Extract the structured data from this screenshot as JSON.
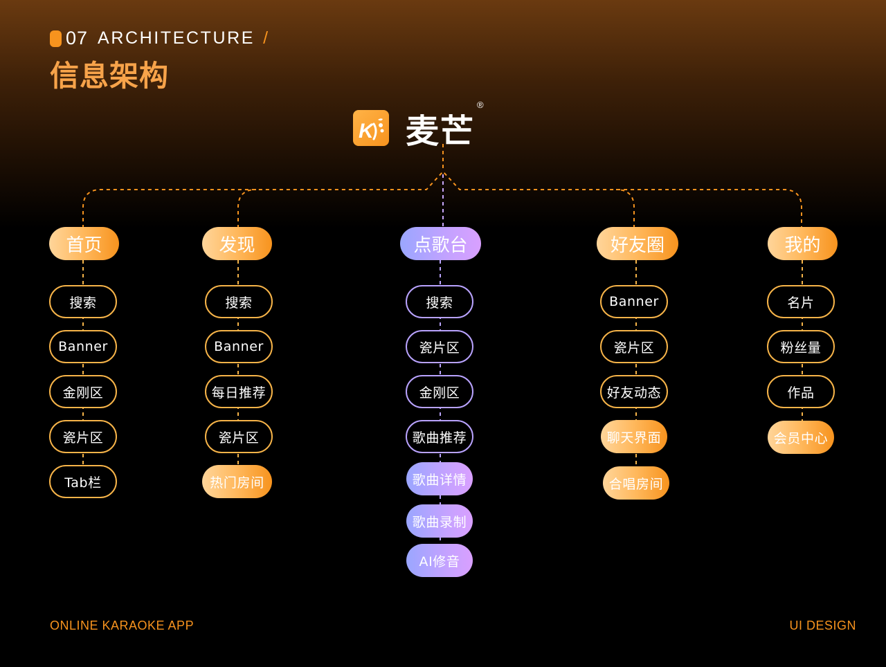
{
  "header": {
    "section_number": "07",
    "section_title_en": "ARCHITECTURE",
    "slash": "/",
    "title": "信息架构"
  },
  "logo": {
    "icon_letter": "K",
    "name": "麦芒",
    "registered_mark": "®"
  },
  "tree": [
    {
      "label": "首页",
      "items": [
        "搜索",
        "Banner",
        "金刚区",
        "瓷片区",
        "Tab栏"
      ]
    },
    {
      "label": "发现",
      "items": [
        "搜索",
        "Banner",
        "每日推荐",
        "瓷片区",
        "热门房间"
      ]
    },
    {
      "label": "点歌台",
      "items": [
        "搜索",
        "瓷片区",
        "金刚区",
        "歌曲推荐",
        "歌曲详情",
        "歌曲录制",
        "AI修音"
      ]
    },
    {
      "label": "好友圈",
      "items": [
        "Banner",
        "瓷片区",
        "好友动态",
        "聊天界面",
        "合唱房间"
      ]
    },
    {
      "label": "我的",
      "items": [
        "名片",
        "粉丝量",
        "作品",
        "会员中心"
      ]
    }
  ],
  "footer": {
    "left": "ONLINE KARAOKE APP",
    "right": "UI DESIGN"
  },
  "colors": {
    "accent_orange": "#f7931e",
    "title_orange": "#f7a34a",
    "accent_purple": "#b9a3ff"
  }
}
